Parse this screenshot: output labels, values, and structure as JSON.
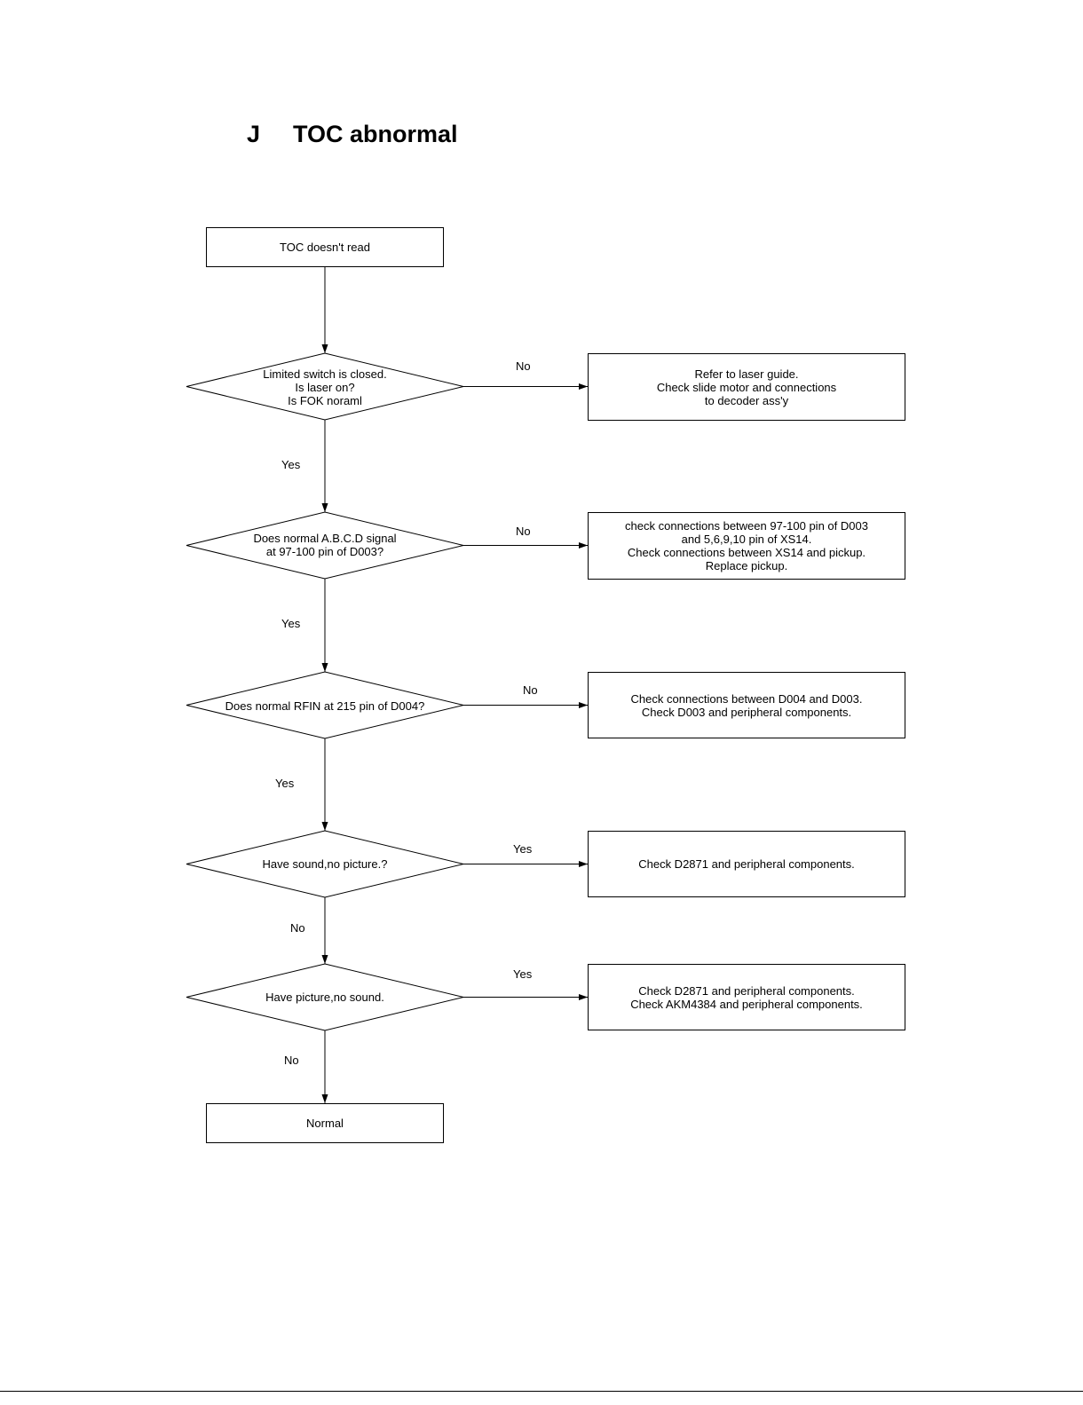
{
  "heading": {
    "letter": "J",
    "title": "TOC abnormal"
  },
  "nodes": {
    "start": "TOC doesn't read",
    "q1": "Limited switch is closed.\nIs laser on?\nIs FOK noraml",
    "a1": "Refer to laser guide.\nCheck slide motor and connections\nto decoder ass'y",
    "q2": "Does normal A.B.C.D signal\nat 97-100 pin of D003?",
    "a2": "check connections between 97-100 pin of D003\nand 5,6,9,10 pin of XS14.\nCheck connections between XS14 and pickup.\nReplace pickup.",
    "q3": "Does normal RFIN at 215 pin of D004?",
    "a3": "Check connections between D004 and D003.\nCheck D003 and peripheral components.",
    "q4": "Have sound,no picture.?",
    "a4": "Check D2871 and peripheral components.",
    "q5": "Have picture,no sound.",
    "a5": "Check D2871 and peripheral components.\nCheck AKM4384 and peripheral components.",
    "end": "Normal"
  },
  "edge_labels": {
    "q1_right": "No",
    "q1_down": "Yes",
    "q2_right": "No",
    "q2_down": "Yes",
    "q3_right": "No",
    "q3_down": "Yes",
    "q4_right": "Yes",
    "q4_down": "No",
    "q5_right": "Yes",
    "q5_down": "No"
  }
}
